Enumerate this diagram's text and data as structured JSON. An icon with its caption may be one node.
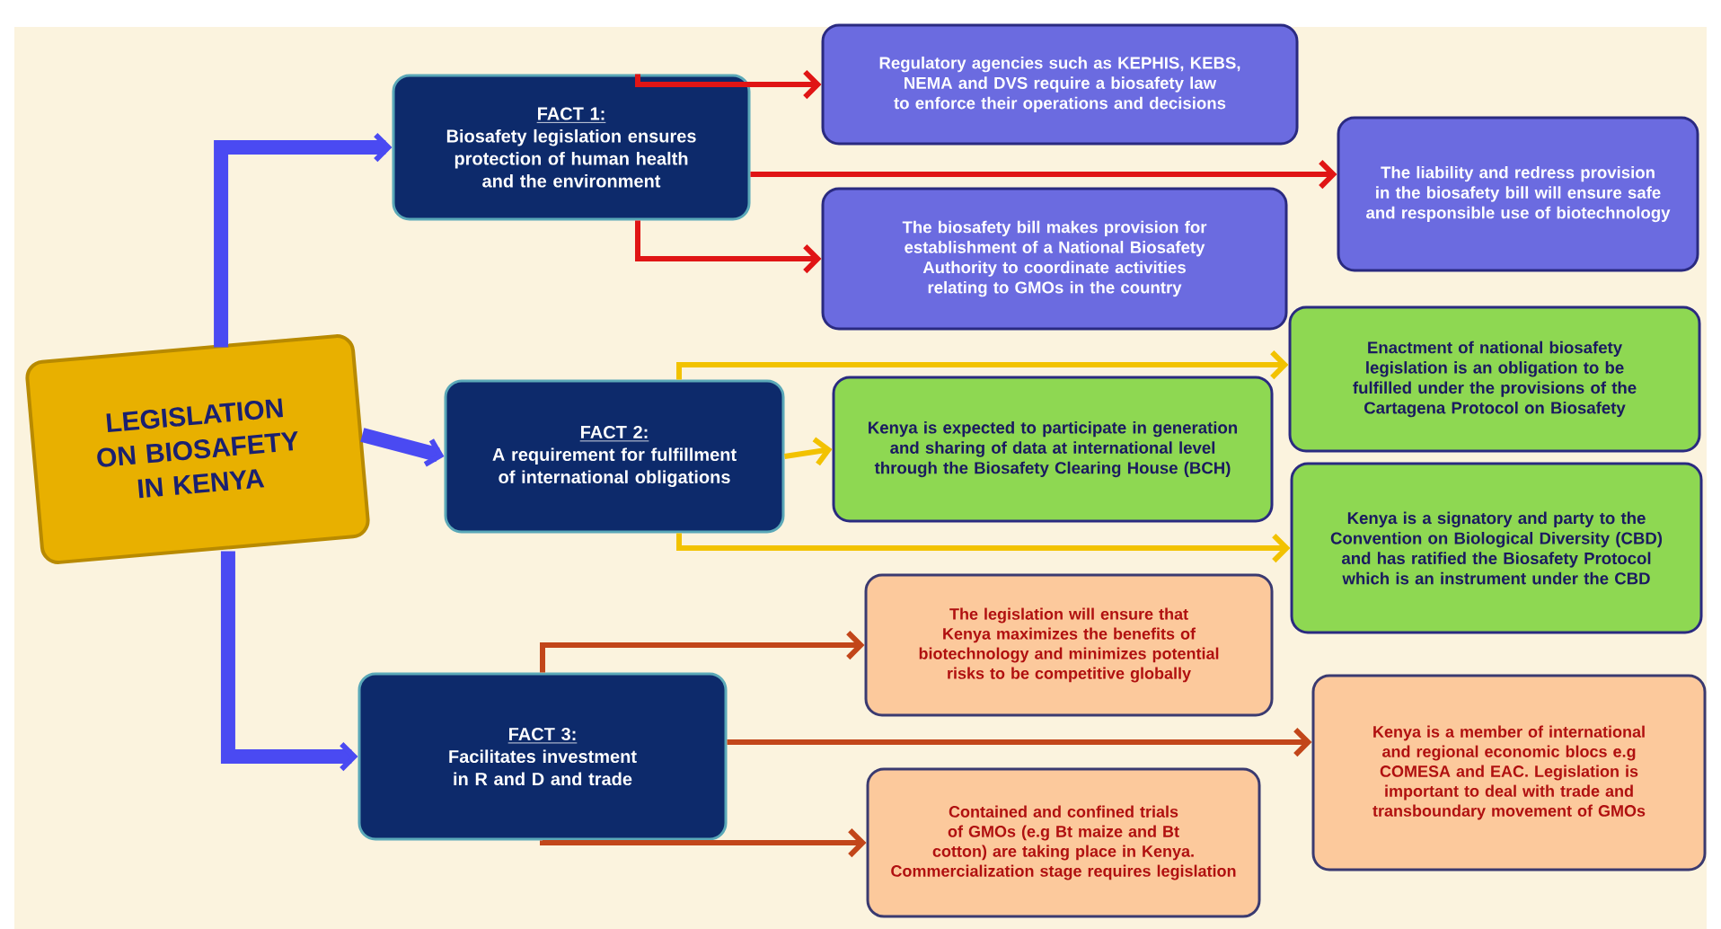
{
  "diagram": {
    "nodes": [
      {
        "text": [
          "LEGISLATION ON BIOSAFETY IN KENYA"
        ]
      },
      {
        "text": [
          "FACT 1:",
          "Biosafety legislation ensures protection of human health and the environment"
        ]
      },
      {
        "text": [
          "Regulatory agencies such as KEPHIS, KEBS, NEMA and DVS require a biosafety law to enforce their operations and decisions"
        ]
      },
      {
        "text": [
          "The liability and redress provision in the biosafety bill will ensure safe and responsible use of biotechnology"
        ]
      },
      {
        "text": [
          "The biosafety bill makes provision for establishment of a National Biosafety Authority to coordinate activities relating to GMOs in the country"
        ]
      },
      {
        "text": [
          "FACT 2:",
          "A requirement for fulfillment of international obligations"
        ]
      },
      {
        "text": [
          "Enactment of national biosafety legislation is an obligation to be fulfilled under the provisions of the Cartagena Protocol on Biosafety"
        ]
      },
      {
        "text": [
          "Kenya is expected to participate in generation and sharing of data at international level through the Biosafety Clearing House (BCH)"
        ]
      },
      {
        "text": [
          "Kenya is a signatory and party to the Convention on Biological Diversity (CBD) and has ratified the Biosafety Protocol which is an instrument under the CBD"
        ]
      },
      {
        "text": [
          "FACT 3:",
          "Facilitates investment in R and D and trade"
        ]
      },
      {
        "text": [
          "The legislation will ensure that Kenya maximizes the benefits of biotechnology and minimizes potential risks to be competitive globally"
        ]
      },
      {
        "text": [
          "Kenya is a member of international and regional economic blocs e.g COMESA and EAC. Legislation is important to deal with trade and transboundary movement of GMOs"
        ]
      },
      {
        "text": [
          "Contained and confined trials of GMOs (e.g Bt maize and Bt cotton) are taking place in Kenya. Commercialization stage requires legislation"
        ]
      }
    ],
    "edges": [
      {
        "from": 0,
        "to": 1,
        "arrow": "to",
        "style": "thick",
        "color": "#4a4af2"
      },
      {
        "from": 0,
        "to": 5,
        "arrow": "to",
        "style": "thick",
        "color": "#4a4af2"
      },
      {
        "from": 0,
        "to": 9,
        "arrow": "to",
        "style": "thick",
        "color": "#4a4af2"
      },
      {
        "from": 1,
        "to": 2,
        "arrow": "to",
        "color": "#e01515"
      },
      {
        "from": 1,
        "to": 3,
        "arrow": "to",
        "color": "#e01515"
      },
      {
        "from": 1,
        "to": 4,
        "arrow": "to",
        "color": "#e01515"
      },
      {
        "from": 5,
        "to": 6,
        "arrow": "to",
        "color": "#f2c200"
      },
      {
        "from": 5,
        "to": 7,
        "arrow": "to",
        "color": "#f2c200"
      },
      {
        "from": 5,
        "to": 8,
        "arrow": "to",
        "color": "#f2c200"
      },
      {
        "from": 9,
        "to": 10,
        "arrow": "to",
        "color": "#c2461a"
      },
      {
        "from": 9,
        "to": 11,
        "arrow": "to",
        "color": "#c2461a"
      },
      {
        "from": 9,
        "to": 12,
        "arrow": "to",
        "color": "#c2461a"
      }
    ]
  }
}
